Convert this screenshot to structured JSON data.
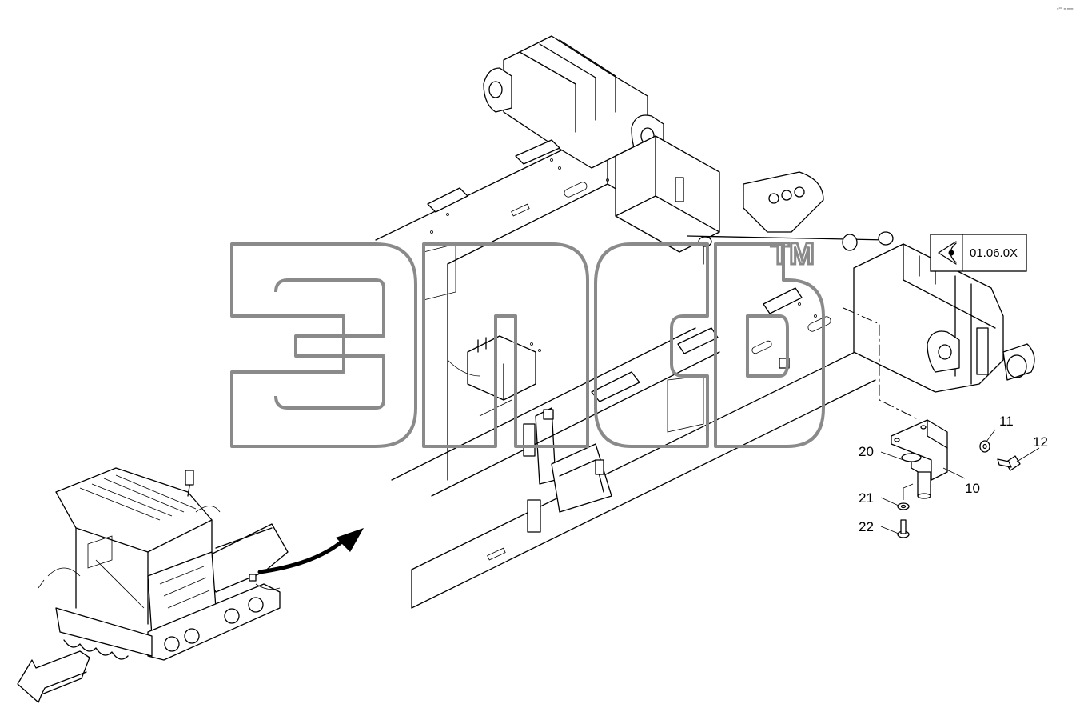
{
  "watermark": {
    "trademark": "TM"
  },
  "reference": {
    "code": "01.06.0X",
    "icon": "eye-view-icon"
  },
  "corner_mark": "s⁰⁰ ≡≡≡",
  "callouts": [
    {
      "id": "c10",
      "label": "10"
    },
    {
      "id": "c11",
      "label": "11"
    },
    {
      "id": "c12",
      "label": "12"
    },
    {
      "id": "c20",
      "label": "20"
    },
    {
      "id": "c21",
      "label": "21"
    },
    {
      "id": "c22",
      "label": "22"
    }
  ],
  "icons": [
    "view-direction-arrow-icon",
    "detail-curved-arrow-icon",
    "eye-view-icon"
  ]
}
